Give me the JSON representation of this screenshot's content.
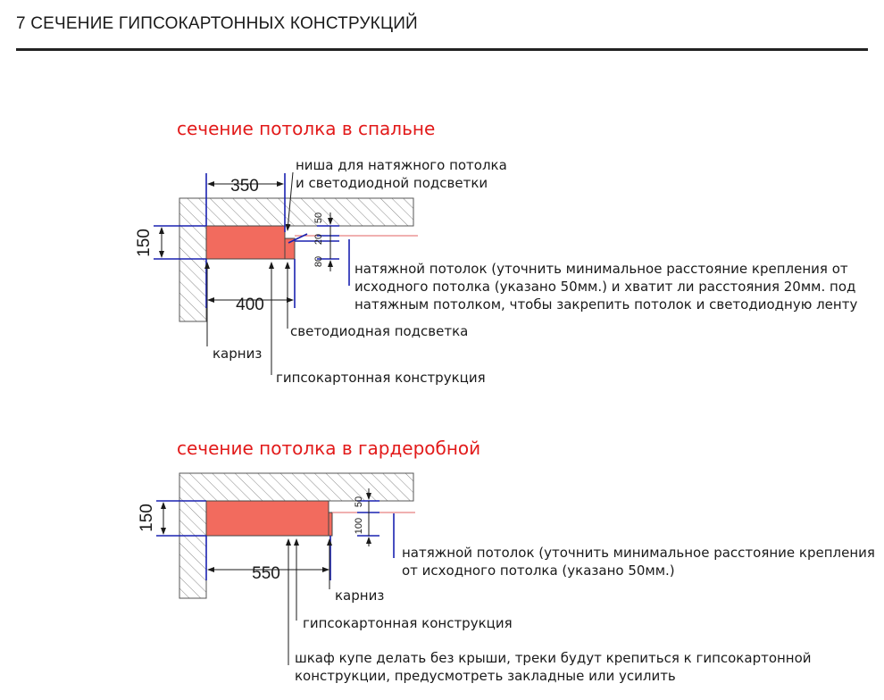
{
  "header": {
    "title": "7 СЕЧЕНИЕ ГИПСОКАРТОННЫХ КОНСТРУКЦИЙ"
  },
  "colors": {
    "dimension_lines": "#1a22b0",
    "section_titles": "#e21a1a",
    "drywall_fill": "#f26b5e",
    "stretch_ceiling_line": "#e06060",
    "hatch": "#8a8a8a"
  },
  "bedroom": {
    "title": "сечение потолка в спальне",
    "dims": {
      "width_top": "350",
      "width_bottom": "400",
      "height_left": "150",
      "v50": "50",
      "v20": "20",
      "v80": "80"
    },
    "notes": {
      "niche": "ниша для натяжного потолка\nи светодиодной подсветки",
      "stretch_ceiling": "натяжной потолок (уточнить минимальное расстояние крепления от\nисходного потолка (указано 50мм.) и хватит ли расстояния 20мм. под\nнатяжным потолком, чтобы закрепить потолок и светодиодную ленту",
      "led": "светодиодная подсветка",
      "cornice": "карниз",
      "drywall": "гипсокартонная конструкция"
    }
  },
  "wardrobe": {
    "title": "сечение потолка в гардеробной",
    "dims": {
      "width_bottom": "550",
      "height_left": "150",
      "v50": "50",
      "v100": "100"
    },
    "notes": {
      "stretch_ceiling": "натяжной потолок (уточнить минимальное расстояние крепления\nот исходного потолка (указано 50мм.)",
      "cornice": "карниз",
      "drywall": "гипсокартонная конструкция",
      "wardrobe": "шкаф купе делать без крыши, треки будут крепиться к гипсокартонной\nконструкции, предусмотреть закладные или усилить"
    }
  }
}
